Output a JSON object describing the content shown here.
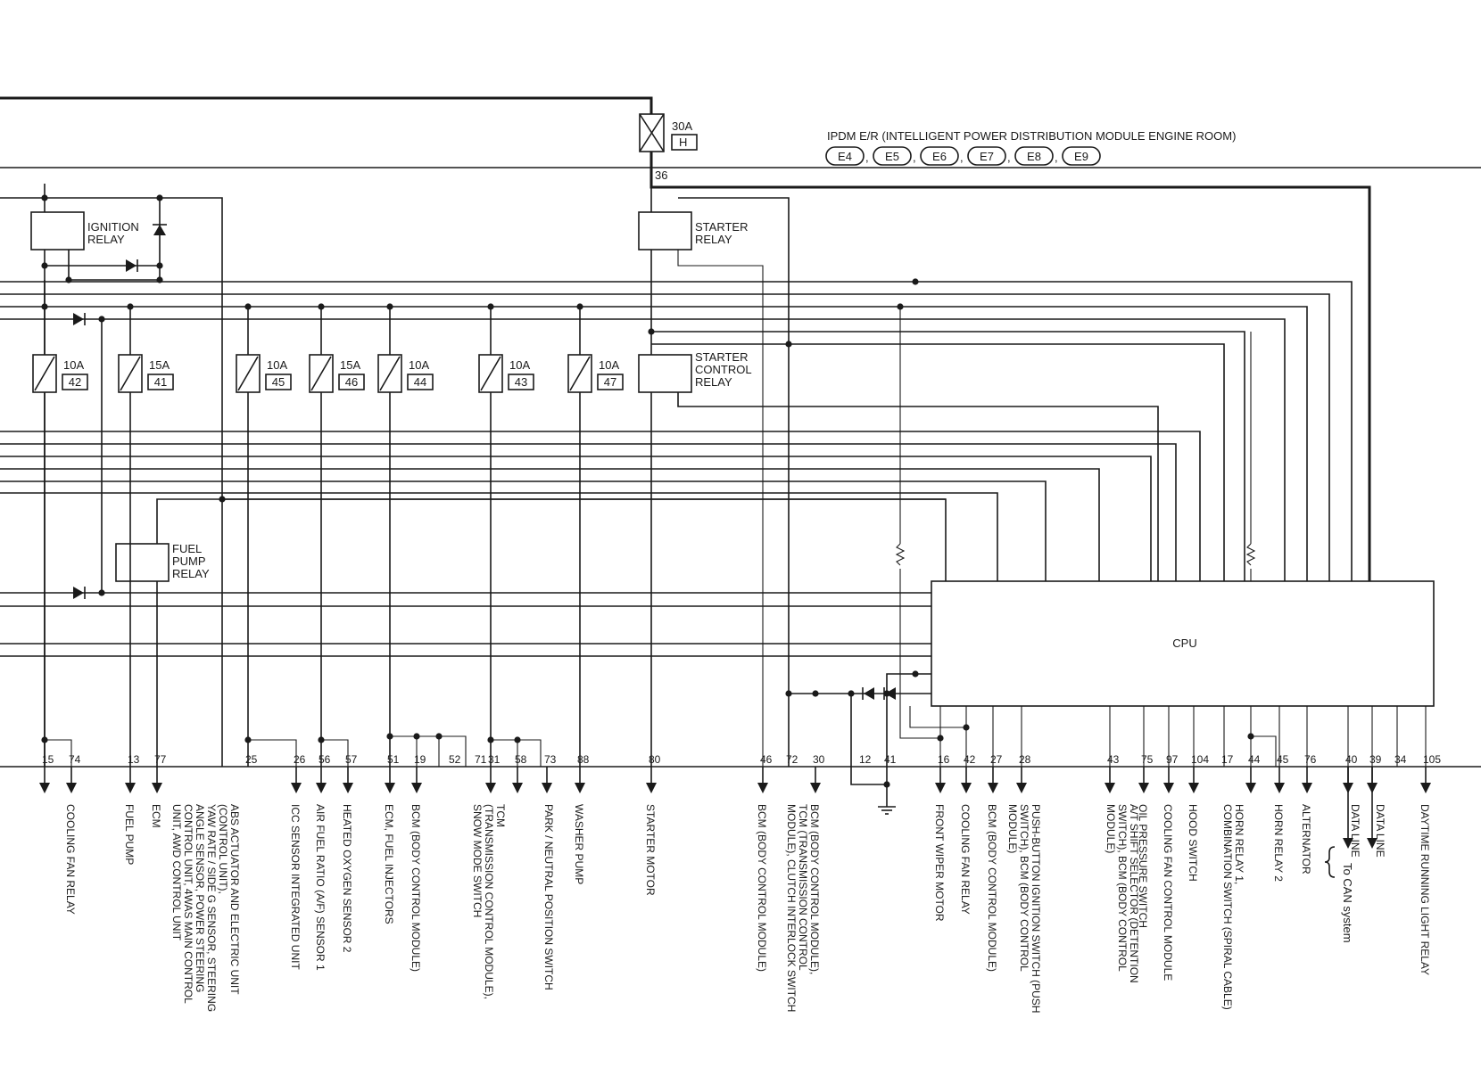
{
  "module": {
    "title": "IPDM E/R (INTELLIGENT POWER DISTRIBUTION MODULE ENGINE ROOM)",
    "connectors": [
      "E4",
      "E5",
      "E6",
      "E7",
      "E8",
      "E9"
    ]
  },
  "main_fuse": {
    "rating": "30A",
    "id": "H",
    "terminal": "36"
  },
  "relays": {
    "ignition": [
      "IGNITION",
      "RELAY"
    ],
    "starter": [
      "STARTER",
      "RELAY"
    ],
    "starter_control": [
      "STARTER",
      "CONTROL",
      "RELAY"
    ],
    "fuel_pump": [
      "FUEL",
      "PUMP",
      "RELAY"
    ]
  },
  "fuses": [
    {
      "rating": "10A",
      "id": "42"
    },
    {
      "rating": "15A",
      "id": "41"
    },
    {
      "rating": "10A",
      "id": "45"
    },
    {
      "rating": "15A",
      "id": "46"
    },
    {
      "rating": "10A",
      "id": "44"
    },
    {
      "rating": "10A",
      "id": "43"
    },
    {
      "rating": "10A",
      "id": "47"
    }
  ],
  "cpu_label": "CPU",
  "pins": [
    "15",
    "74",
    "13",
    "77",
    "25",
    "26",
    "56",
    "57",
    "51",
    "19",
    "52",
    "71",
    "31",
    "58",
    "73",
    "88",
    "80",
    "46",
    "72",
    "30",
    "12",
    "41",
    "16",
    "42",
    "27",
    "28",
    "43",
    "75",
    "97",
    "104",
    "17",
    "44",
    "45",
    "76",
    "40",
    "39",
    "34",
    "105"
  ],
  "destinations": [
    [
      "COOLING FAN RELAY"
    ],
    [
      "FUEL PUMP"
    ],
    [
      "ECM"
    ],
    [
      "ABS ACTUATOR AND ELECTRIC UNIT",
      "(CONTROL UNIT),",
      "YAW RATE / SIDE G SENSOR, STEERING",
      "ANGLE SENSOR, POWER STEERING",
      "CONTROL UNIT, 4WAS MAIN CONTROL",
      "UNIT, AWD CONTROL UNIT"
    ],
    [
      "ICC SENSOR INTEGRATED UNIT"
    ],
    [
      "AIR FUEL RATIO (A/F) SENSOR 1"
    ],
    [
      "HEATED OXYGEN SENSOR 2"
    ],
    [
      "ECM, FUEL INJECTORS"
    ],
    [
      "BCM (BODY CONTROL MODULE)"
    ],
    [
      "TCM",
      "(TRANSMISSION CONTROL MODULE),",
      "SNOW MODE SWITCH"
    ],
    [
      "PARK / NEUTRAL POSITION SWITCH"
    ],
    [
      "WASHER PUMP"
    ],
    [
      "STARTER MOTOR"
    ],
    [
      "BCM (BODY CONTROL MODULE)"
    ],
    [
      "BCM (BODY CONTROL MODULE),",
      "TCM (TRANSMISSION CONTROL",
      "MODULE), CLUTCH INTERLOCK SWITCH"
    ],
    [
      "FRONT WIPER MOTOR"
    ],
    [
      "COOLING FAN RELAY"
    ],
    [
      "BCM (BODY CONTROL MODULE)"
    ],
    [
      "PUSH-BUTTON IGNITION SWITCH (PUSH",
      "SWITCH), BCM (BODY CONTROL",
      "MODULE)"
    ],
    [
      "A/T SHIFT SELECTOR (DETENTION",
      "SWITCH), BCM (BODY CONTROL",
      "MODULE)"
    ],
    [
      "OIL PRESSURE SWITCH"
    ],
    [
      "COOLING FAN CONTROL MODULE"
    ],
    [
      "HOOD SWITCH"
    ],
    [
      "HORN RELAY 1,",
      "COMBINATION SWITCH (SPIRAL CABLE)"
    ],
    [
      "HORN RELAY 2"
    ],
    [
      "ALTERNATOR"
    ],
    [
      "DATA LINE"
    ],
    [
      "DATA LINE"
    ],
    [
      "DAYTIME RUNNING LIGHT RELAY"
    ]
  ],
  "can_note": "To CAN system"
}
